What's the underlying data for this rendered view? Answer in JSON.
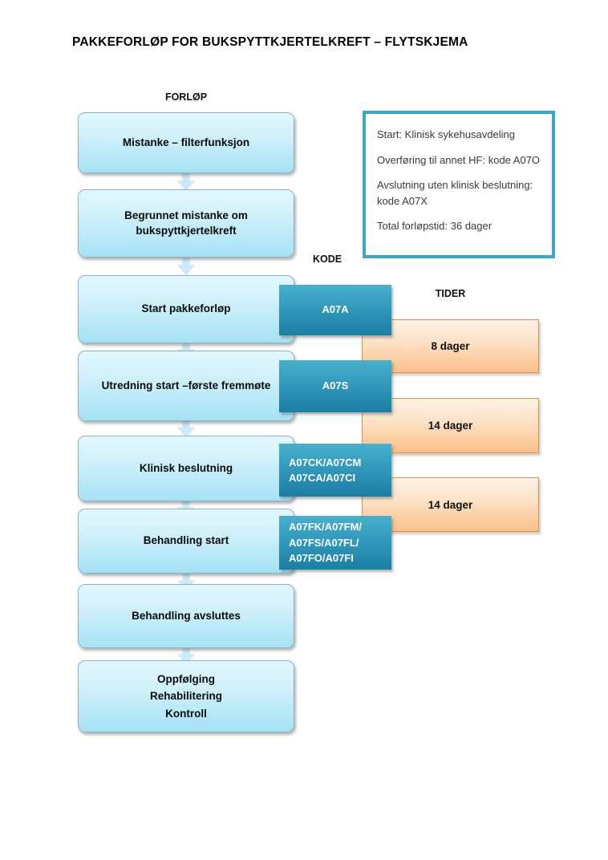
{
  "page": {
    "title": "PAKKEFORLØP FOR BUKSPYTTKJERTELKREFT – FLYTSKJEMA"
  },
  "labels": {
    "forlop": "FORLØP",
    "kode": "KODE",
    "tider": "TIDER"
  },
  "flow_steps": [
    {
      "lines": [
        "Mistanke – filterfunksjon"
      ]
    },
    {
      "lines": [
        "Begrunnet mistanke om",
        "bukspyttkjertelkreft"
      ]
    },
    {
      "lines": [
        "Start pakkeforløp"
      ]
    },
    {
      "lines": [
        "Utredning start –første fremmøte"
      ]
    },
    {
      "lines": [
        "Klinisk beslutning"
      ]
    },
    {
      "lines": [
        "Behandling start"
      ]
    },
    {
      "lines": [
        "Behandling avsluttes"
      ]
    },
    {
      "lines": [
        "Oppfølging",
        "Rehabilitering",
        "Kontroll"
      ]
    }
  ],
  "code_boxes": [
    {
      "lines": [
        "A07A"
      ]
    },
    {
      "lines": [
        "A07S"
      ]
    },
    {
      "lines": [
        "A07CK/A07CM",
        "A07CA/A07CI"
      ]
    },
    {
      "lines": [
        "A07FK/A07FM/",
        "A07FS/A07FL/",
        "A07FO/A07FI"
      ]
    }
  ],
  "time_boxes": [
    {
      "label": "8 dager"
    },
    {
      "label": "14 dager"
    },
    {
      "label": "14 dager"
    }
  ],
  "info_box": {
    "lines": [
      "Start: Klinisk sykehusavdeling",
      "Overføring til annet HF: kode A07O",
      "Avslutning uten klinisk beslutning: kode A07X",
      "Total forløpstid: 36 dager"
    ]
  },
  "colors": {
    "flow_box_top": "#DDF5FC",
    "flow_box_bottom": "#A5E2F4",
    "code_box_top": "#47B0CD",
    "code_box_bottom": "#1B7EA3",
    "time_box_top": "#FDF2E6",
    "time_box_bottom": "#F9C08A",
    "time_box_border": "#E78F3C",
    "info_border": "#3EA5C6",
    "arrow_fill": "#CBE9F7"
  }
}
